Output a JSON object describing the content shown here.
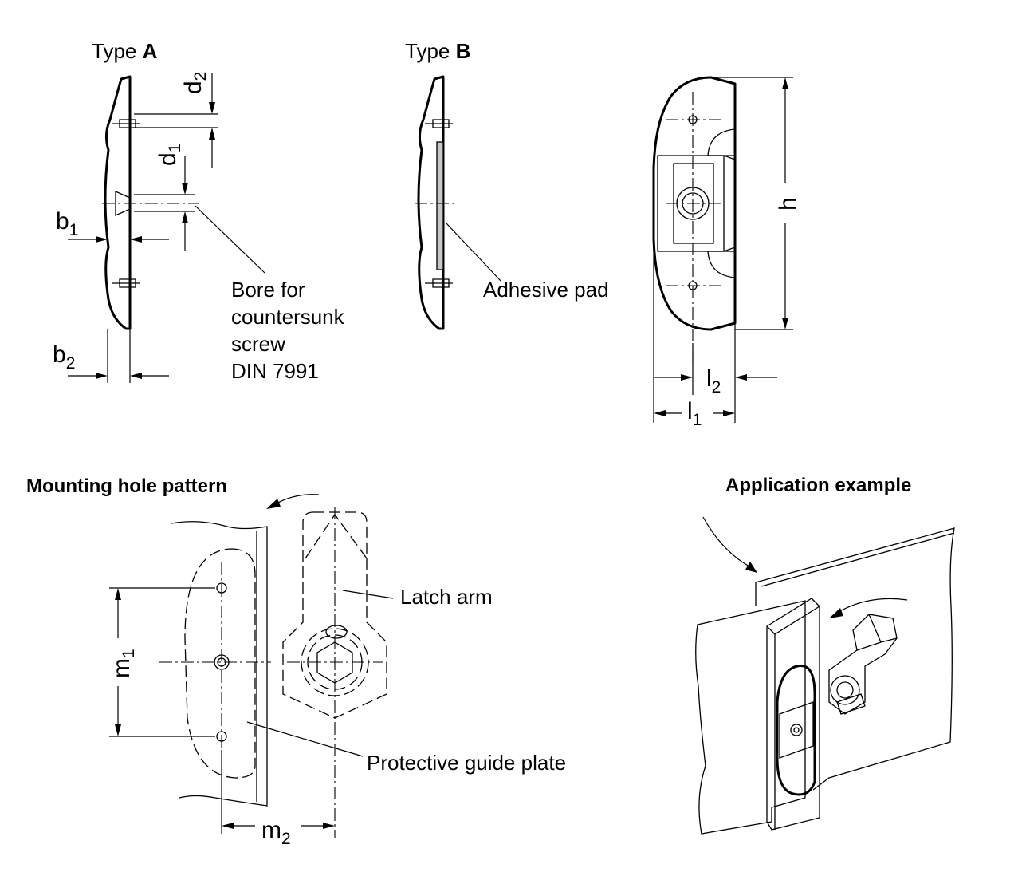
{
  "type_a": {
    "prefix": "Type ",
    "letter": "A"
  },
  "type_b": {
    "prefix": "Type ",
    "letter": "B"
  },
  "dimensions": {
    "d2": {
      "base": "d",
      "sub": "2"
    },
    "d1": {
      "base": "d",
      "sub": "1"
    },
    "b1": {
      "base": "b",
      "sub": "1"
    },
    "b2": {
      "base": "b",
      "sub": "2"
    },
    "h": {
      "base": "h"
    },
    "l2": {
      "base": "l",
      "sub": "2"
    },
    "l1": {
      "base": "l",
      "sub": "1"
    },
    "m1": {
      "base": "m",
      "sub": "1"
    },
    "m2": {
      "base": "m",
      "sub": "2"
    }
  },
  "callouts": {
    "bore_lines": [
      "Bore for",
      "countersunk",
      "screw",
      "DIN 7991"
    ],
    "adhesive_pad": "Adhesive pad",
    "latch_arm": "Latch arm",
    "protective_guide_plate": "Protective guide plate"
  },
  "headings": {
    "mounting_hole_pattern": "Mounting hole pattern",
    "application_example": "Application example"
  },
  "colors": {
    "ink": "#000000",
    "hatch": "#000000",
    "paper": "#ffffff",
    "shade": "#c8c8c8"
  }
}
